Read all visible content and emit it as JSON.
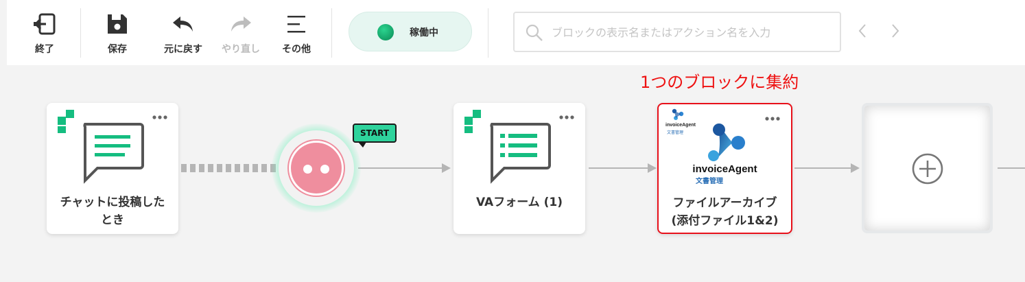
{
  "toolbar": {
    "exit_label": "終了",
    "save_label": "保存",
    "undo_label": "元に戻す",
    "redo_label": "やり直し",
    "more_label": "その他",
    "status_label": "稼働中",
    "status_color": "#0fa064"
  },
  "search": {
    "placeholder": "ブロックの表示名またはアクション名を入力"
  },
  "annotation": "1つのブロックに集約",
  "flow": {
    "start_badge": "START",
    "blocks": [
      {
        "label": "チャットに投稿した\nとき",
        "icon": "chat-icon"
      },
      {
        "label": "VAフォーム (1)",
        "icon": "form-chat-icon"
      },
      {
        "label": "ファイルアーカイブ\n(添付ファイル1&2)",
        "icon": "invoiceagent-logo",
        "logo_text": "invoiceAgent",
        "logo_sub": "文書管理",
        "highlighted": true
      }
    ]
  },
  "colors": {
    "accent_green": "#15bd80",
    "highlight_red": "#e8101a",
    "start_pink": "#ef8e9e"
  }
}
